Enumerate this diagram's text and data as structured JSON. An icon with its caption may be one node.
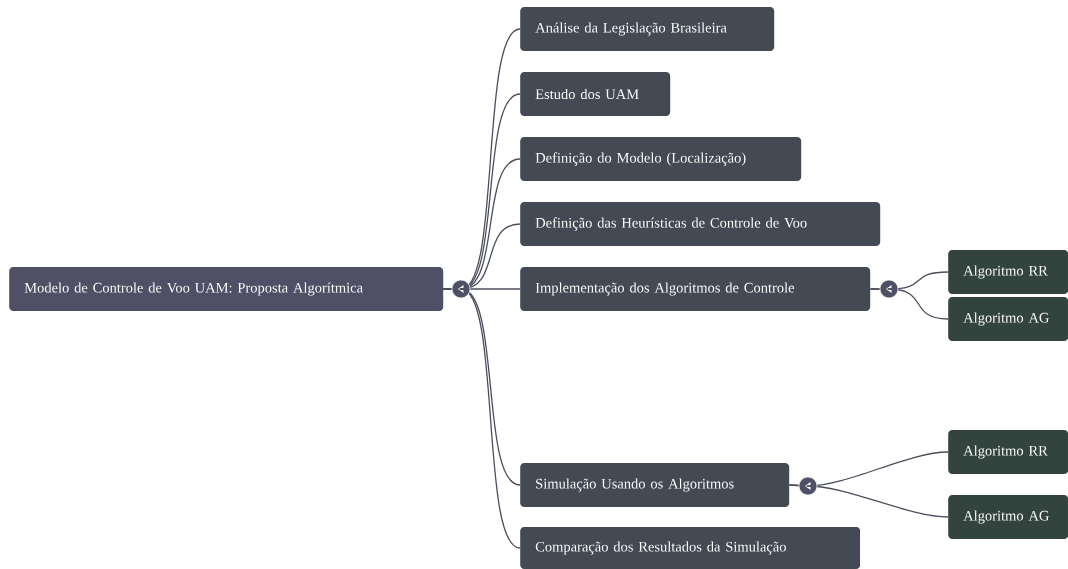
{
  "diagram": {
    "nodes": [
      {
        "text": [
          "Modelo de Controle de Voo UAM: Proposta Algorítmica"
        ]
      },
      {
        "text": [
          "Análise da Legislação Brasileira"
        ]
      },
      {
        "text": [
          "Estudo dos UAM"
        ]
      },
      {
        "text": [
          "Definição do Modelo (Localização)"
        ]
      },
      {
        "text": [
          "Definição das Heurísticas de Controle de Voo"
        ]
      },
      {
        "text": [
          "Implementação dos Algoritmos de Controle"
        ]
      },
      {
        "text": [
          "Simulação Usando os Algoritmos"
        ]
      },
      {
        "text": [
          "Comparação dos Resultados da Simulação"
        ]
      },
      {
        "text": [
          "Algoritmo RR"
        ]
      },
      {
        "text": [
          "Algoritmo AG"
        ]
      },
      {
        "text": [
          "Algoritmo RR"
        ]
      },
      {
        "text": [
          "Algoritmo AG"
        ]
      }
    ],
    "edges": [
      {
        "from": 0,
        "to": 1,
        "arrow": "none"
      },
      {
        "from": 0,
        "to": 2,
        "arrow": "none"
      },
      {
        "from": 0,
        "to": 3,
        "arrow": "none"
      },
      {
        "from": 0,
        "to": 4,
        "arrow": "none"
      },
      {
        "from": 0,
        "to": 5,
        "arrow": "none"
      },
      {
        "from": 0,
        "to": 6,
        "arrow": "none"
      },
      {
        "from": 0,
        "to": 7,
        "arrow": "none"
      },
      {
        "from": 5,
        "to": 8,
        "arrow": "none"
      },
      {
        "from": 5,
        "to": 9,
        "arrow": "none"
      },
      {
        "from": 6,
        "to": 10,
        "arrow": "none"
      },
      {
        "from": 6,
        "to": 11,
        "arrow": "none"
      }
    ]
  }
}
